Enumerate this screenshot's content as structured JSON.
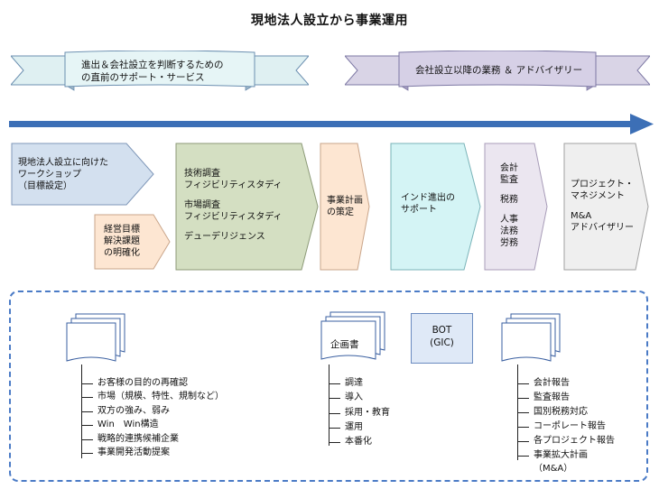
{
  "title": "現地法人設立から事業運用",
  "banners": {
    "left": {
      "line1": "進出＆会社設立を判断するための",
      "line2": "の直前のサポート・サービス"
    },
    "right": {
      "text": "会社設立以降の業務 ＆ アドバイザリー"
    }
  },
  "steps": {
    "workshop": {
      "line1": "現地法人設立に向けた",
      "line2": "ワークショップ",
      "line3": "（目標設定）"
    },
    "goals": {
      "line1": "経営目標",
      "line2": "解決課題",
      "line3": "の明確化"
    },
    "research": {
      "line1": "技術調査",
      "line2": "フィジビリティスタディ",
      "line3": "市場調査",
      "line4": "フィジビリティスタディ",
      "line5": "デューデリジェンス"
    },
    "planning": {
      "line1": "事業計画",
      "line2": "の策定"
    },
    "india": {
      "line1": "インド進出の",
      "line2": "サポート"
    },
    "services": {
      "line1": "会計",
      "line2": "監査",
      "line3": "税務",
      "line4": "人事",
      "line5": "法務",
      "line6": "労務"
    },
    "pm": {
      "line1": "プロジェクト・",
      "line2": "マネジメント",
      "line3": "M&A",
      "line4": "アドバイザリー"
    }
  },
  "bottom": {
    "left_list": [
      "お客様の目的の再確認",
      "市場（規模、特性、規制など）",
      "双方の強み、弱み",
      "Win　Win構造",
      "戦略的連携候補企業",
      "事業開発活動提案"
    ],
    "plan_doc": "企画書",
    "bot": {
      "line1": "BOT",
      "line2": "(GIC)"
    },
    "middle_list": [
      "調達",
      "導入",
      "採用・教育",
      "運用",
      "本番化"
    ],
    "right_list": [
      "会計報告",
      "監査報告",
      "国別税務対応",
      "コーポレート報告",
      "各プロジェクト報告",
      "事業拡大計画",
      "（M&A）"
    ]
  },
  "colors": {
    "arrow_blue": "#3c6fb6",
    "banner_left_fill": "#dff0f2",
    "banner_right_fill": "#d9d4e6",
    "workshop_fill": "#d3e0ef",
    "research_fill": "#d4dfc2",
    "planning_fill": "#fde6d2",
    "india_fill": "#d4f4f5",
    "services_fill": "#ebe6f0",
    "pm_fill": "#efefef",
    "dashed_border": "#4b7bc6"
  }
}
